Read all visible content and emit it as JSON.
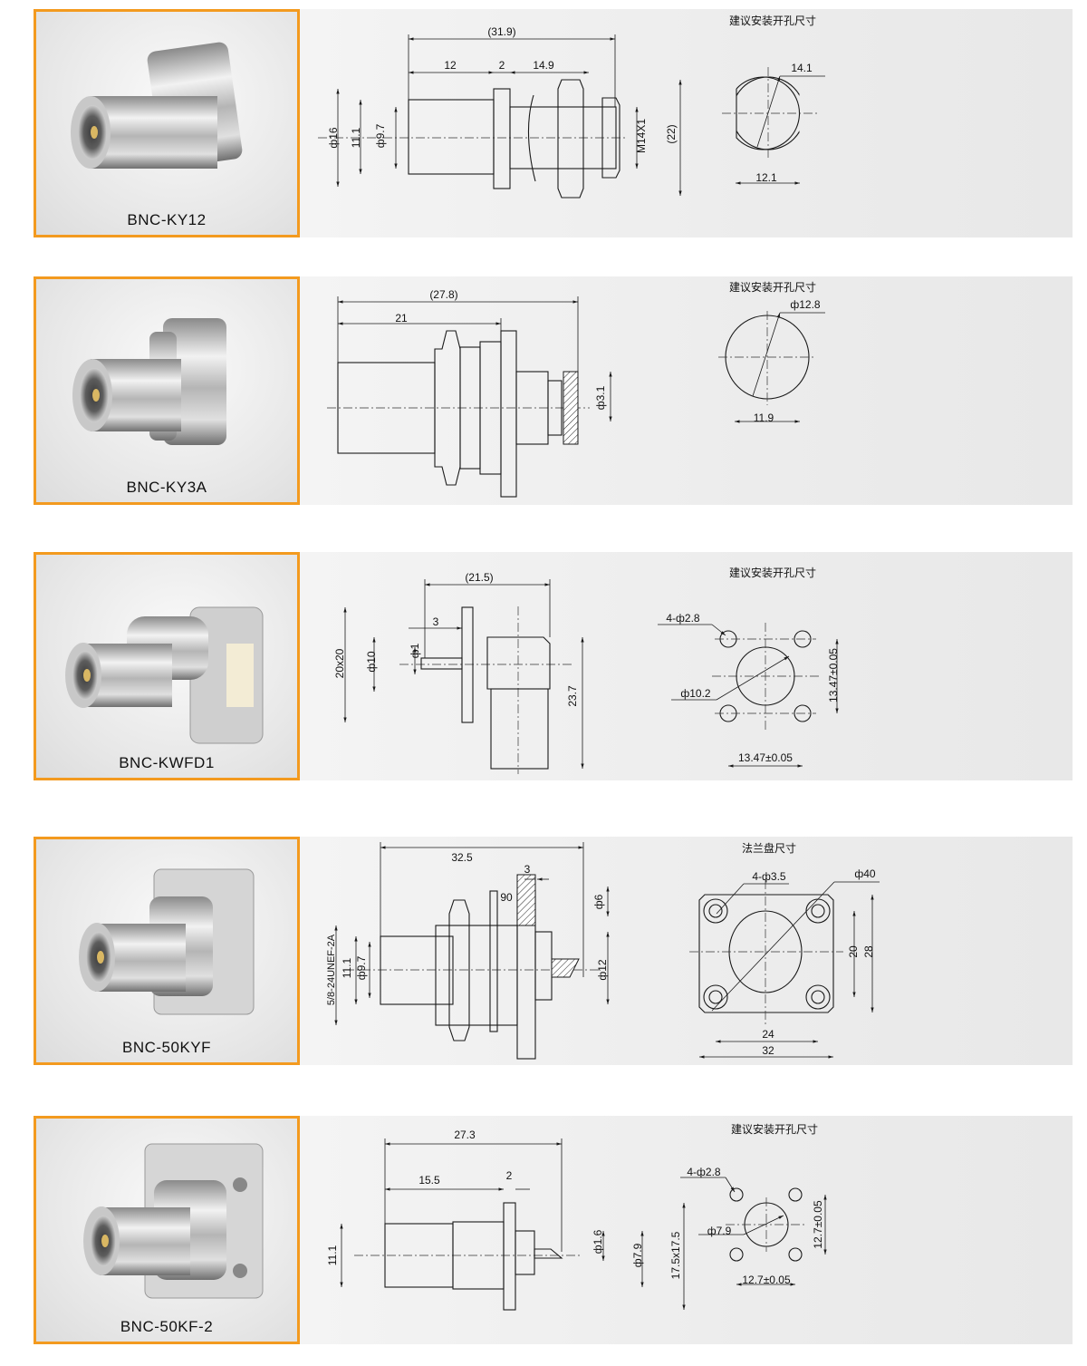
{
  "products": [
    {
      "model": "BNC-KY12",
      "hole_title": "建议安装开孔尺寸",
      "dims": {
        "overall": "(31.9)",
        "a": "12",
        "b": "2",
        "c": "14.9",
        "d1": "ф16",
        "d2": "11.1",
        "d3": "ф9.7",
        "thread": "M14X1",
        "height": "(22)",
        "hole_d": "14.1",
        "hole_flat": "12.1"
      }
    },
    {
      "model": "BNC-KY3A",
      "hole_title": "建议安装开孔尺寸",
      "dims": {
        "overall": "(27.8)",
        "a": "21",
        "pin": "ф3.1",
        "hole_d": "ф12.8",
        "hole_flat": "11.9"
      }
    },
    {
      "model": "BNC-KWFD1",
      "hole_title": "建议安装开孔尺寸",
      "dims": {
        "overall": "(21.5)",
        "a": "3",
        "pin": "ф1",
        "flange": "20x20",
        "d1": "ф10",
        "height": "23.7",
        "holes": "4-ф2.8",
        "center": "ф10.2",
        "pitch_v": "13.47±0.05",
        "pitch_h": "13.47±0.05"
      }
    },
    {
      "model": "BNC-50KYF",
      "hole_title": "法兰盘尺寸",
      "dims": {
        "overall": "32.5",
        "a": "3",
        "angle": "90",
        "d6": "ф6",
        "d12": "ф12",
        "thread": "5/8-24UNEF-2A",
        "d2": "11.1",
        "d3": "ф9.7",
        "holes": "4-ф3.5",
        "d40": "ф40",
        "pitch_v": "20",
        "size_v": "28",
        "pitch_h": "24",
        "size_h": "32"
      }
    },
    {
      "model": "BNC-50KF-2",
      "hole_title": "建议安装开孔尺寸",
      "dims": {
        "overall": "27.3",
        "a": "15.5",
        "b": "2",
        "d1": "11.1",
        "pin": "ф1.6",
        "d2": "ф7.9",
        "flange": "17.5x17.5",
        "holes": "4-ф2.8",
        "center": "ф7.9",
        "pitch_v": "12.7±0.05",
        "pitch_h": "12.7±0.05"
      }
    }
  ],
  "colors": {
    "frame": "#f39a1f",
    "panel": "#ececec"
  }
}
